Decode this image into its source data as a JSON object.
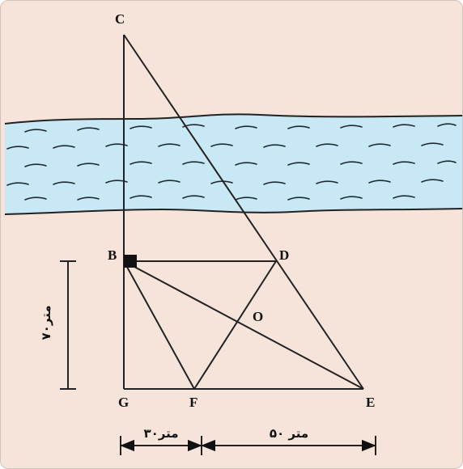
{
  "diagram": {
    "points": {
      "C": "C",
      "B": "B",
      "D": "D",
      "O": "O",
      "G": "G",
      "F": "F",
      "E": "E"
    },
    "measurements": {
      "vertical_bg": "۷۰متر",
      "segment_gf": "۳۰متر",
      "segment_fe": "۵۰ متر"
    },
    "colors": {
      "background": "#f6e3da",
      "river": "#c7e8f4",
      "river_bank": "#2a2f35",
      "lines": "#222222",
      "marker": "#111111"
    }
  }
}
